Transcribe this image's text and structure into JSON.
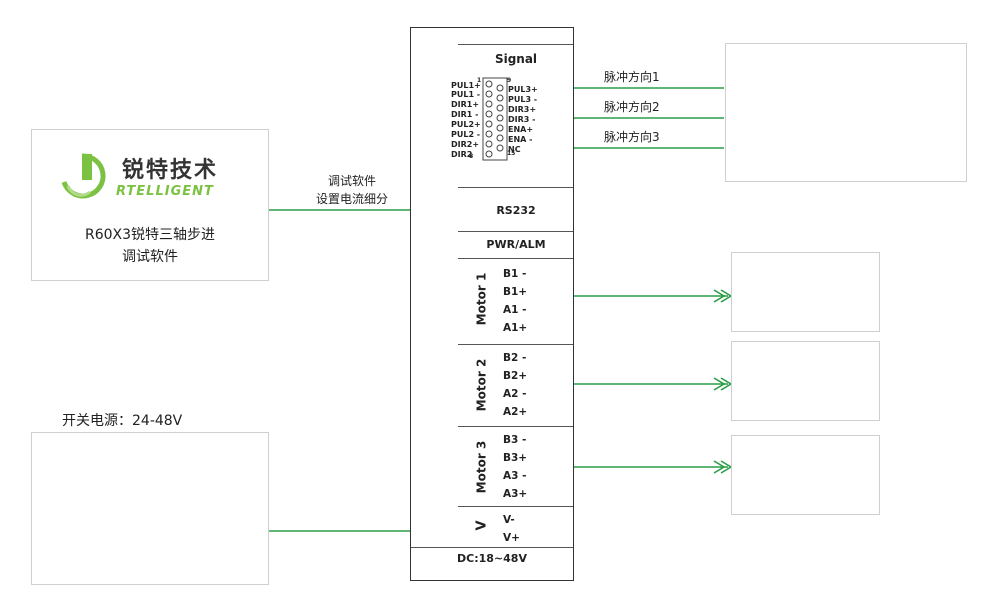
{
  "software": {
    "brand_cn": "锐特技术",
    "brand_en": "RTELLIGENT",
    "caption_line1": "R60X3锐特三轴步进",
    "caption_line2": "调试软件"
  },
  "software_link": {
    "line1": "调试软件",
    "line2": "设置电流细分"
  },
  "power": {
    "title": "开关电源：24-48V"
  },
  "controllers": {
    "signals": [
      "脉冲方向1",
      "脉冲方向2",
      "脉冲方向3"
    ]
  },
  "driver": {
    "signal_title": "Signal",
    "pins_left": [
      "PUL1+",
      "PUL1 -",
      "DIR1+",
      "DIR1 -",
      "PUL2+",
      "PUL2 -",
      "DIR2+",
      "DIR2"
    ],
    "pins_right": [
      "PUL3+",
      "PUL3 -",
      "DIR3+",
      "DIR3 -",
      "ENA+",
      "ENA -",
      "NC"
    ],
    "pin_num_top_left": "1",
    "pin_num_top_right": "9",
    "pin_num_bottom_left": "8",
    "pin_num_bottom_right": "15",
    "rs232": "RS232",
    "pwr_alm": "PWR/ALM",
    "motors": [
      {
        "label": "Motor 1",
        "terminals": [
          "B1 -",
          "B1+",
          "A1 -",
          "A1+"
        ]
      },
      {
        "label": "Motor 2",
        "terminals": [
          "B2 -",
          "B2+",
          "A2 -",
          "A2+"
        ]
      },
      {
        "label": "Motor 3",
        "terminals": [
          "B3 -",
          "B3+",
          "A3 -",
          "A3+"
        ]
      }
    ],
    "v_label": "V",
    "v_terminals": [
      "V-",
      "V+"
    ],
    "dc_range": "DC:18~48V"
  },
  "colors": {
    "arrow_green": "#2a9d4a",
    "brand_green": "#7cc242"
  }
}
